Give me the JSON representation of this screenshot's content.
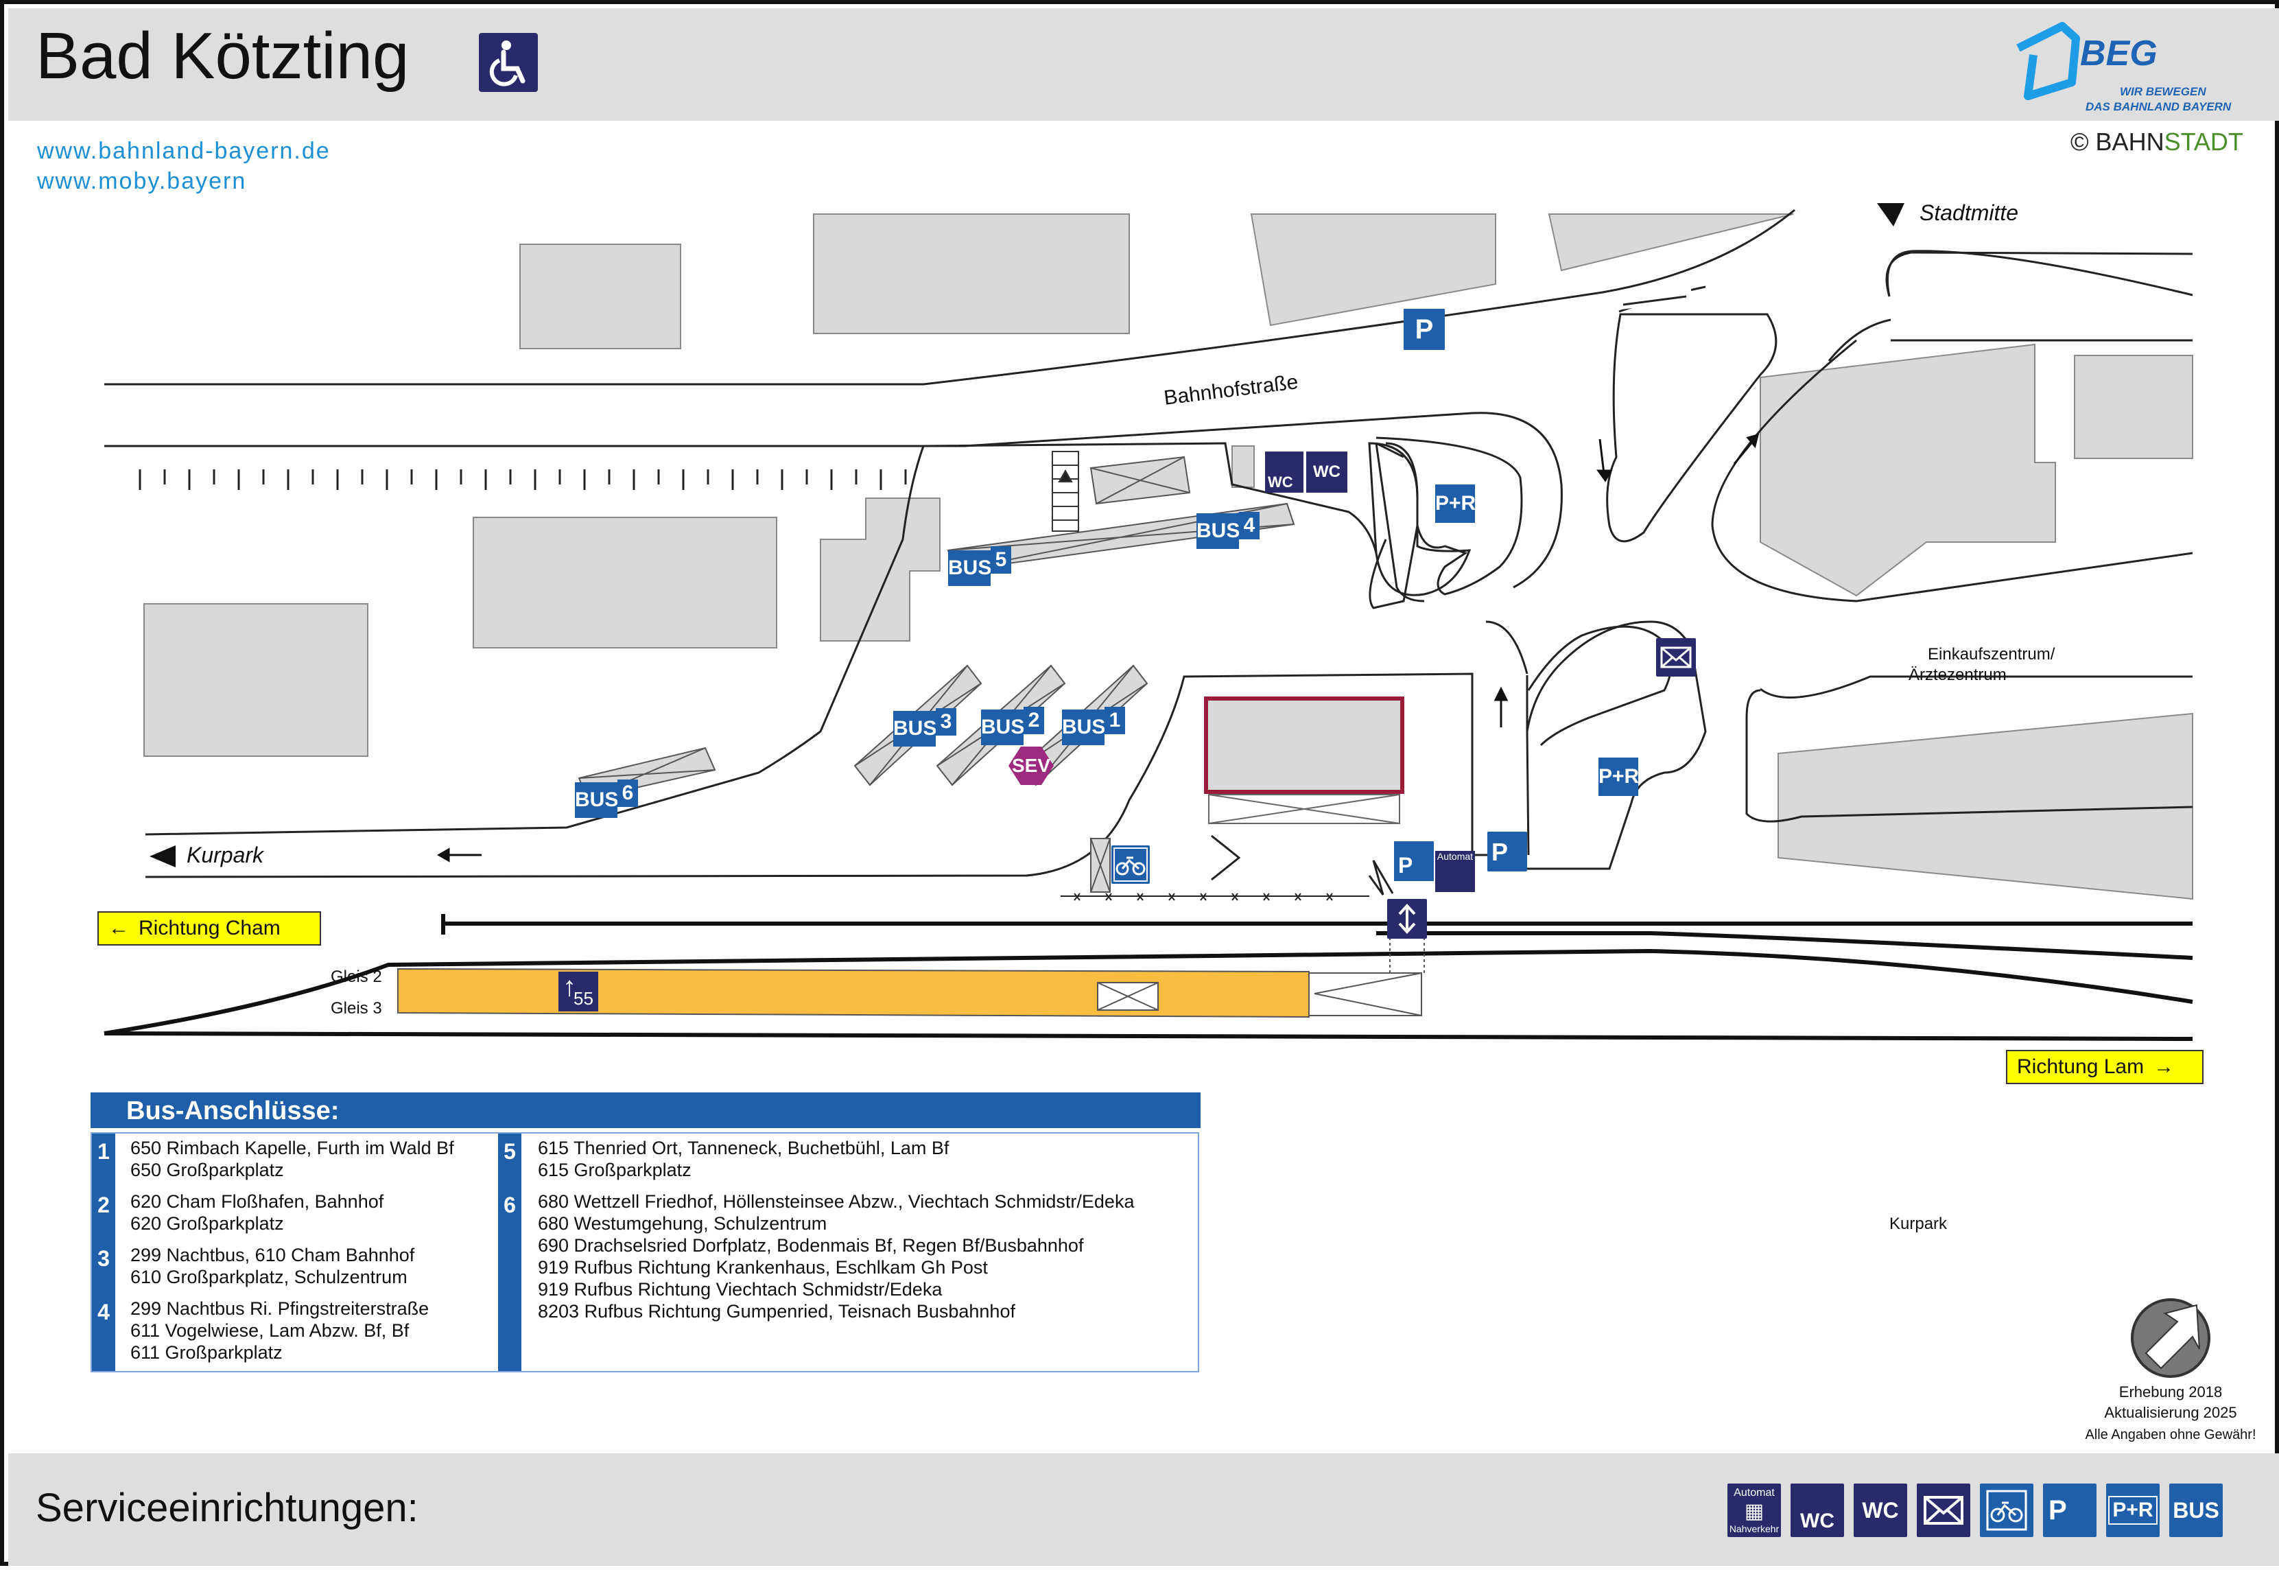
{
  "header": {
    "title": "Bad Kötzting",
    "link_1": "www.bahnland-bayern.de",
    "link_2": "www.moby.bayern",
    "copyright_symbol": "©",
    "copyright_bahn": "BAHN",
    "copyright_stadt": "STADT",
    "logo_name": "BEG",
    "logo_slogan_1": "WIR BEWEGEN",
    "logo_slogan_2": "DAS BAHNLAND BAYERN"
  },
  "map": {
    "street_name": "Bahnhofstraße",
    "stadtmitte": "Stadtmitte",
    "kurpark_left": "Kurpark",
    "kurpark_right": "Kurpark",
    "einkaufszentrum_1": "Einkaufszentrum/",
    "einkaufszentrum_2": "Ärztezentrum",
    "richtung_cham": "Richtung Cham",
    "richtung_lam": "Richtung Lam",
    "gleis_2": "Gleis 2",
    "gleis_3": "Gleis 3",
    "platform_section_number": "55",
    "bus_prefix": "BUS",
    "bus_stops": [
      "1",
      "2",
      "3",
      "4",
      "5",
      "6"
    ],
    "sev": "SEV",
    "parking": "P",
    "park_and_ride": "P+R",
    "wc": "WC",
    "automat": "Automat",
    "nahverkehr": "Nahverkehr"
  },
  "bus_connections": {
    "heading": "Bus-Anschlüsse:",
    "stops": [
      {
        "number": "1",
        "lines": [
          "650 Rimbach Kapelle, Furth im Wald Bf",
          "650 Großparkplatz"
        ]
      },
      {
        "number": "2",
        "lines": [
          "620 Cham Floßhafen, Bahnhof",
          "620 Großparkplatz"
        ]
      },
      {
        "number": "3",
        "lines": [
          "299 Nachtbus, 610 Cham Bahnhof",
          "610 Großparkplatz, Schulzentrum"
        ]
      },
      {
        "number": "4",
        "lines": [
          "299 Nachtbus Ri. Pfingstreiterstraße",
          "611 Vogelwiese, Lam Abzw. Bf, Bf",
          "611 Großparkplatz"
        ]
      },
      {
        "number": "5",
        "lines": [
          "615 Thenried Ort, Tanneneck, Buchetbühl, Lam Bf",
          "615 Großparkplatz"
        ]
      },
      {
        "number": "6",
        "lines": [
          "680 Wettzell Friedhof, Höllensteinsee Abzw., Viechtach Schmidstr/Edeka",
          "680 Westumgehung, Schulzentrum",
          "690 Drachselsried Dorfplatz, Bodenmais Bf, Regen Bf/Busbahnhof",
          "919 Rufbus Richtung Krankenhaus, Eschlkam Gh Post",
          "919 Rufbus Richtung Viechtach Schmidstr/Edeka",
          "8203 Rufbus Richtung Gumpenried, Teisnach Busbahnhof"
        ]
      }
    ]
  },
  "notes": {
    "survey": "Erhebung 2018",
    "update": "Aktualisierung 2025",
    "disclaimer": "Alle Angaben ohne Gewähr!"
  },
  "footer": {
    "label": "Serviceeinrichtungen:",
    "icons": [
      "Automat",
      "WC",
      "WC",
      "P",
      "P+R",
      "BUS"
    ],
    "automat_sub": "Nahverkehr"
  },
  "colors": {
    "header_bg": "#dedede",
    "accent_blue": "#1f5ea8",
    "navy": "#2a2a6b",
    "platform": "#f9bd42",
    "building": "#d9d9d9",
    "sign_yellow": "#ffff00",
    "link": "#1a8fd6",
    "sev_purple": "#9c2a7e",
    "station_outline": "#9b1d3a"
  }
}
